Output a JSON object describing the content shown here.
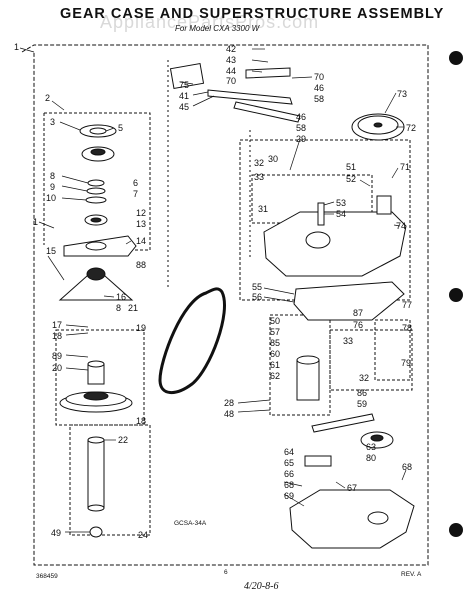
{
  "header": {
    "title": "GEAR CASE AND SUPERSTRUCTURE ASSEMBLY",
    "subtitle": "For Model CXA 3300 W",
    "watermark": "AppliancePartsPros.com"
  },
  "diagram": {
    "drawing_code": "GCSA-34A",
    "labels": {
      "l1": "1",
      "l2": "2",
      "l3": "3",
      "l5": "5",
      "l6": "6",
      "l7": "7",
      "l8": "8",
      "l9": "9",
      "l10": "10",
      "l1b": "1",
      "l12": "12",
      "l13": "13",
      "l14": "14",
      "l15": "15",
      "l88": "88",
      "l16": "16",
      "l8b": "8",
      "l21": "21",
      "l17": "17",
      "l18": "18",
      "l19": "19",
      "l89": "89",
      "l20": "20",
      "l18b": "18",
      "l22": "22",
      "l49": "49",
      "l24": "24",
      "l42": "42",
      "l43": "43",
      "l44": "44",
      "l70": "70",
      "l70b": "70",
      "l46": "46",
      "l58": "58",
      "l75": "75",
      "l41": "41",
      "l45": "45",
      "l46b": "46",
      "l58b": "58",
      "l29": "29",
      "l73": "73",
      "l72": "72",
      "l32": "32",
      "l30": "30",
      "l33": "33",
      "l31": "31",
      "l51": "51",
      "l71": "71",
      "l52": "52",
      "l53": "53",
      "l54": "54",
      "l74": "74",
      "l55": "55",
      "l56": "56",
      "l87": "87",
      "l76": "76",
      "l77": "77",
      "l78": "78",
      "l50": "50",
      "l57": "57",
      "l85": "85",
      "l60": "60",
      "l61": "61",
      "l62": "62",
      "l33b": "33",
      "l79": "79",
      "l32b": "32",
      "l86": "86",
      "l59": "59",
      "l28": "28",
      "l48": "48",
      "l63": "63",
      "l80": "80",
      "l64": "64",
      "l65": "65",
      "l66": "66",
      "l67": "67",
      "l68": "68",
      "l68b": "68",
      "l69": "69"
    }
  },
  "footer": {
    "left_code": "368459",
    "page": "6",
    "right_code": "REV. A",
    "handwritten": "4/20-8-6"
  }
}
